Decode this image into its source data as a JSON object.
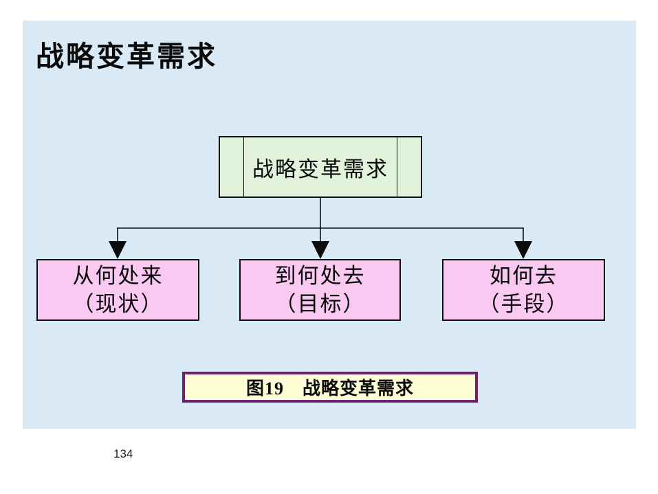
{
  "slide": {
    "title": "战略变革需求",
    "page_number": "134"
  },
  "diagram": {
    "root_box": {
      "label": "战略变革需求"
    },
    "child_boxes": [
      {
        "line1": "从何处来",
        "line2": "（现状）"
      },
      {
        "line1": "到何处去",
        "line2": "（目标）"
      },
      {
        "line1": "如何去",
        "line2": "（手段）"
      }
    ],
    "caption": {
      "label": "图19　战略变革需求"
    }
  },
  "colors": {
    "page_bg": "#ffffff",
    "slide_bg": "#d9eaf6",
    "root_box_fill": "#e1f3db",
    "child_box_fill": "#f9c9f2",
    "caption_fill": "#ffffd6",
    "caption_border": "#71226d",
    "line_color": "#0d0d0d"
  }
}
